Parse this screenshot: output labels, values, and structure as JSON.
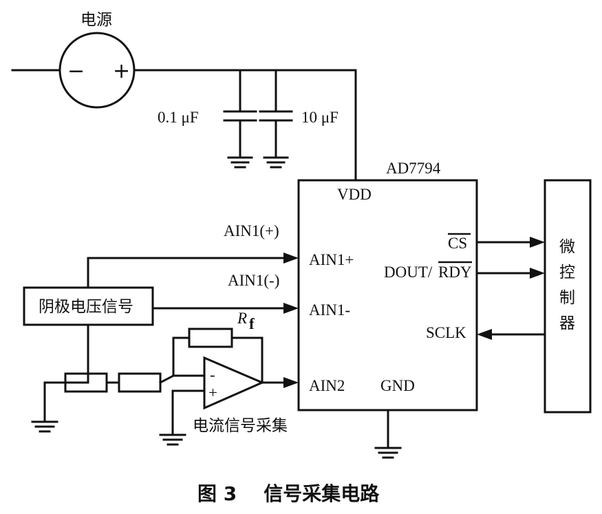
{
  "power": {
    "label": "电源",
    "minus": "−",
    "plus": "+"
  },
  "capacitors": [
    {
      "label": "0.1 μF"
    },
    {
      "label": "10 μF"
    }
  ],
  "chip": {
    "name": "AD7794",
    "pins": {
      "vdd": "VDD",
      "ain1p": "AIN1+",
      "ain1n": "AIN1-",
      "ain2": "AIN2",
      "gnd": "GND",
      "cs": "CS",
      "dout": "DOUT/",
      "rdy": "RDY",
      "sclk": "SCLK"
    }
  },
  "signals": {
    "ain1_plus": "AIN1(+)",
    "ain1_minus": "AIN1(-)"
  },
  "cathode_box": {
    "label": "阴极电压信号"
  },
  "feedback": {
    "label": "R",
    "subscript": "f"
  },
  "opamp": {
    "minus": "-",
    "plus": "+",
    "label": "电流信号采集"
  },
  "mcu": {
    "chars": [
      "微",
      "控",
      "制",
      "器"
    ]
  },
  "caption": "图 3    信号采集电路"
}
